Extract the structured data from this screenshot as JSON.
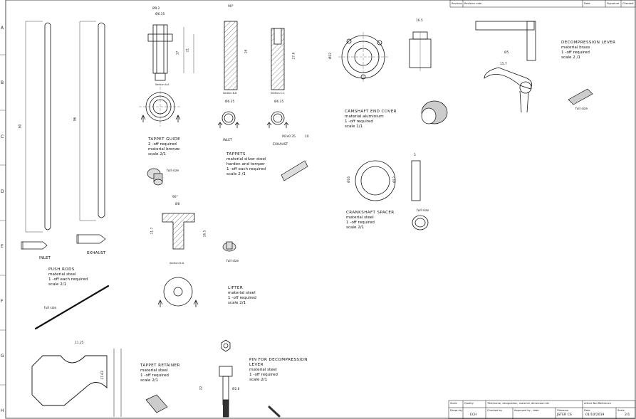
{
  "rows": [
    "A",
    "B",
    "C",
    "D",
    "E",
    "F",
    "G",
    "H"
  ],
  "parts": {
    "push_rods": {
      "title": "PUSH RODS",
      "lines": [
        "material steel",
        "1 -off each required",
        "scale 2/1"
      ]
    },
    "tappet_guide": {
      "title": "TAPPET GUIDE",
      "lines": [
        "2 -off required",
        "material bronze",
        "scale 2/1"
      ]
    },
    "tappets": {
      "title": "TAPPETS",
      "lines": [
        "material silver steel",
        "harden and temper",
        "1 -off each required",
        "scale 2 /1"
      ]
    },
    "camshaft_end_cover": {
      "title": "CAMSHAFT END COVER",
      "lines": [
        "material aluminium",
        "1 -off required",
        "scale 1/1"
      ]
    },
    "camshaft_spacer": {
      "title": "CRANKSHAFT SPACER",
      "lines": [
        "material steel",
        "1 -off required",
        "scale 2/1"
      ]
    },
    "decompression_lever": {
      "title": "DECOMPRESSION LEVER",
      "lines": [
        "material brass",
        "1 -off required",
        "scale 2 /1"
      ]
    },
    "lifter": {
      "title": "LIFTER",
      "lines": [
        "material steel",
        "1 -off required",
        "scale 2/1"
      ]
    },
    "tappet_retainer": {
      "title": "TAPPET RETAINER",
      "lines": [
        "material steel",
        "1 -off required",
        "scale 2/1"
      ]
    },
    "pin_decompression": {
      "title": "PIN FOR DECOMPRESSION",
      "lines": [
        "LEVER",
        "material steel",
        "1 -off required",
        "scale 2/1"
      ]
    }
  },
  "views": {
    "inlet": "INLET",
    "exhaust": "EXHAUST",
    "inlet2": "INLET",
    "exhaust2": "EXHAUST",
    "full_size": "full size",
    "section_aa": "Section A-A",
    "section_bb": "Section B-B",
    "section_cc": "Section C-C",
    "section_dd": "Section D-D"
  },
  "dims": {
    "pr_len1": "90",
    "pr_len2": "96",
    "tg_d1": "Ø9.2",
    "tg_d2": "Ø6.35",
    "tg_h": "17",
    "tg_h2": "21",
    "tp_ang": "90°",
    "tp_len": "16",
    "tp_len2": "27.6",
    "tp_d": "Ø6.35",
    "ce_d": "Ø22",
    "ce_w": "16.5",
    "cs_w": "5",
    "cs_d": "Ø16",
    "cs_d2": "Ø12",
    "dl_w": "15.7",
    "dl_d": "Ø5",
    "li_ang": "90°",
    "li_d": "Ø8",
    "li_h": "11.7",
    "li_h2": "16.5",
    "tr_w": "11.25",
    "tr_h": "17.63",
    "pn_h": "22",
    "pn_d": "Ø2.8",
    "misc_m": "M3x0.35",
    "misc_10": "10"
  },
  "title_block": {
    "revisions_hdr": [
      "Revision",
      "Revision note",
      "Date",
      "Signature",
      "Checked"
    ],
    "row1": [
      "Scale",
      "Quality",
      "Title/name, designation, material, dimension etc",
      "Article No./Reference"
    ],
    "row2_labels": [
      "Drawn by",
      "Checked by",
      "Approved by - date",
      "Filename",
      "Date",
      "Scale"
    ],
    "drawn_by": "ECH",
    "filename": "JSTER CS",
    "date": "01/10/2019",
    "scale": "2/1"
  }
}
